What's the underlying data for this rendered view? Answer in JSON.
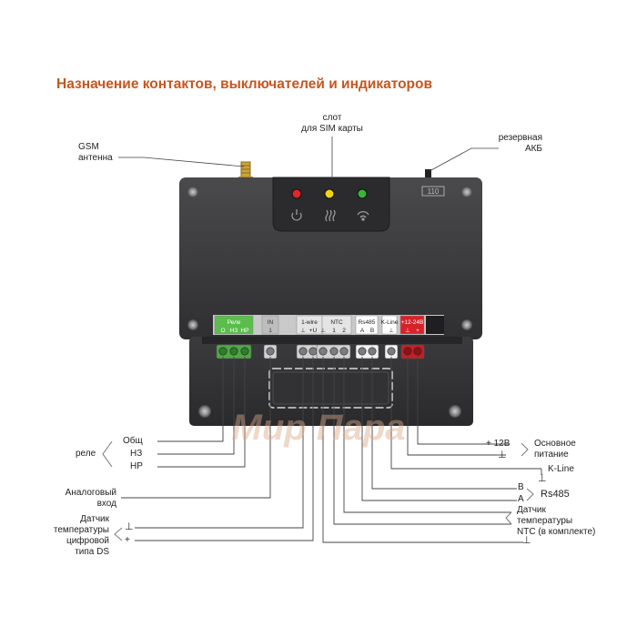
{
  "title": "Назначение контактов, выключателей и индикаторов",
  "callouts": {
    "sim_slot": [
      "слот",
      "для SIM карты"
    ],
    "gsm_antenna": [
      "GSM",
      "антенна"
    ],
    "backup_battery": [
      "резервная",
      "АКБ"
    ],
    "relay": "реле",
    "relay_common": "Общ",
    "relay_nc": "НЗ",
    "relay_no": "НР",
    "analog_input": [
      "Аналоговый",
      "вход"
    ],
    "ds_sensor": [
      "Датчик",
      "температуры",
      "цифровой",
      "типа DS"
    ],
    "ds_minus": "⊥",
    "ds_plus": "+",
    "power_plus": "+ 12В",
    "power_label": [
      "Основное",
      "питание"
    ],
    "power_minus": "⊥",
    "kline": "K-Line",
    "kline_ground": "⊥",
    "rs485_b": "B",
    "rs485_a": "A",
    "rs485": "Rs485",
    "ntc_sensor": [
      "Датчик",
      "температуры",
      "NTC (в комплекте)"
    ],
    "ntc_ground": "⊥"
  },
  "terminals": {
    "relay": {
      "header": "Реле",
      "pins": [
        "О",
        "НЗ",
        "НР"
      ]
    },
    "in": {
      "header": "IN",
      "pins": [
        "1"
      ]
    },
    "onewire": {
      "header": "1-wire",
      "pins": [
        "⊥",
        "+U"
      ]
    },
    "ntc": {
      "header": "NTC",
      "pins": [
        "⊥",
        "1",
        "2"
      ]
    },
    "rs485": {
      "header": "Rs485",
      "pins": [
        "A",
        "B"
      ]
    },
    "kline": {
      "header": "K-Line",
      "pins": [
        "⊥"
      ]
    },
    "power": {
      "header": "+12-24В",
      "pins": [
        "⊥",
        "+"
      ]
    }
  },
  "indicators": [
    {
      "name": "power",
      "color": "#e0262b"
    },
    {
      "name": "heating",
      "color": "#f2d21a"
    },
    {
      "name": "gsm",
      "color": "#38b43a"
    }
  ],
  "battery_marking": "110",
  "watermark": "Мир Пара",
  "colors": {
    "title": "#c8551d",
    "body": "#3a3a3c",
    "relay_green": "#5bbd4c",
    "power_red": "#d6232a"
  }
}
